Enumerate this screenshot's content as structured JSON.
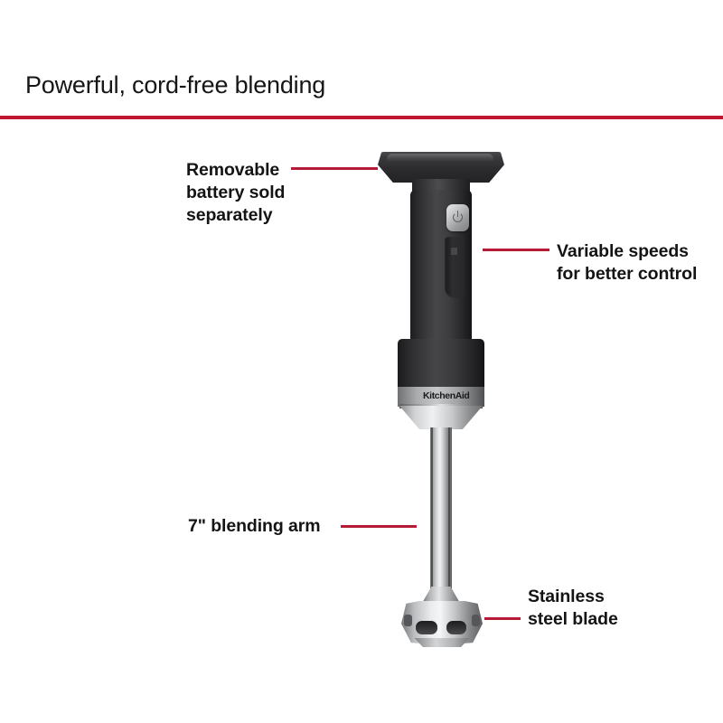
{
  "header": {
    "title": "Powerful, cord-free blending",
    "rule_color": "#c01733"
  },
  "theme": {
    "background": "#ffffff",
    "accent_red": "#b51b36",
    "text_color": "#141414"
  },
  "product": {
    "brand_wordmark": "KitchenAid",
    "power_button_icon": "power-icon"
  },
  "callouts": [
    {
      "id": "removable-battery",
      "lines": [
        "Removable",
        "battery sold",
        "separately"
      ],
      "side": "left"
    },
    {
      "id": "variable-speeds",
      "lines": [
        "Variable speeds",
        "for better control"
      ],
      "side": "right"
    },
    {
      "id": "blending-arm",
      "lines": [
        "7\" blending arm"
      ],
      "side": "left"
    },
    {
      "id": "stainless-blade",
      "lines": [
        "Stainless",
        "steel blade"
      ],
      "side": "right"
    }
  ]
}
